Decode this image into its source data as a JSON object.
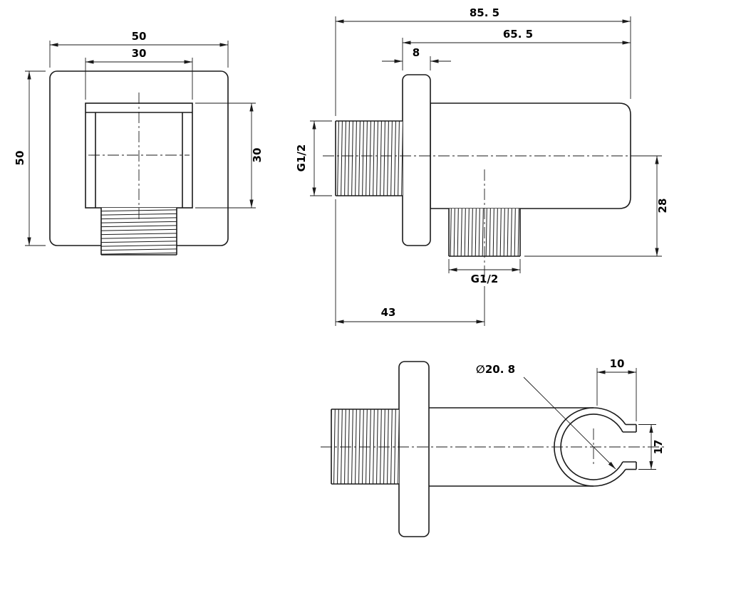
{
  "front_view": {
    "dim_outer_width": "50",
    "dim_inner_width": "30",
    "dim_outer_height": "50",
    "dim_inner_height": "30"
  },
  "side_view": {
    "dim_overall_length": "85. 5",
    "dim_body_length": "65. 5",
    "dim_plate_thickness": "8",
    "dim_inlet_thread": "G1/2",
    "dim_outlet_thread": "G1/2",
    "dim_outlet_drop": "28",
    "dim_outlet_offset": "43"
  },
  "holder_view": {
    "dim_ring_diameter": "∅20. 8",
    "dim_clip_width": "10",
    "dim_clip_opening": "17"
  }
}
